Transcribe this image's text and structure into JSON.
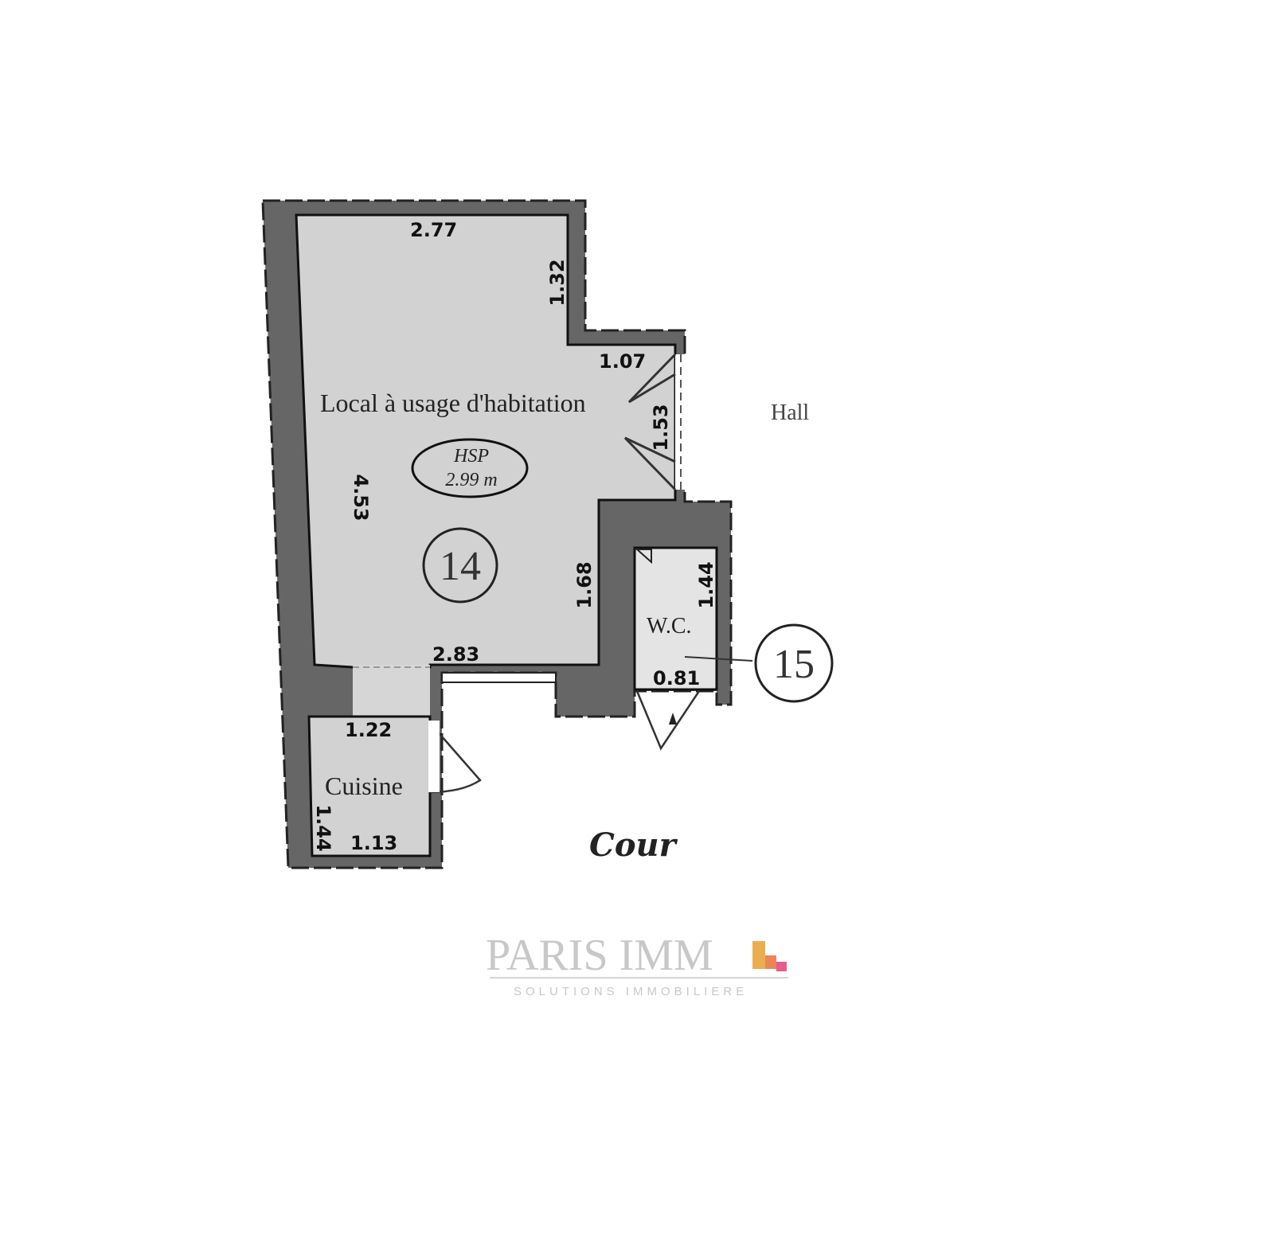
{
  "rooms": {
    "main": {
      "label": "Local à usage d'habitation",
      "number": "14",
      "hsp_label": "HSP",
      "hsp_value": "2.99 m"
    },
    "kitchen": {
      "label": "Cuisine"
    },
    "wc": {
      "label": "W.C.",
      "number": "15"
    },
    "hall": {
      "label": "Hall"
    },
    "courtyard": {
      "label": "Cour"
    }
  },
  "dimensions": {
    "top": "2.77",
    "right_upper": "1.32",
    "step": "1.07",
    "door_hall": "1.53",
    "left": "4.53",
    "right_lower": "1.68",
    "bottom": "2.83",
    "kitchen_width": "1.22",
    "kitchen_height": "1.44",
    "kitchen_bottom": "1.13",
    "wc_height": "1.44",
    "wc_width": "0.81"
  },
  "watermark": {
    "brand": "PARIS IMM",
    "tagline": "SOLUTIONS IMMOBILIERE"
  },
  "colors": {
    "wall": "#666666",
    "floor": "#d2d2d2",
    "wc_floor": "#e4e4e4",
    "logo_orange": "#e8a030",
    "logo_pink": "#e0407a"
  }
}
